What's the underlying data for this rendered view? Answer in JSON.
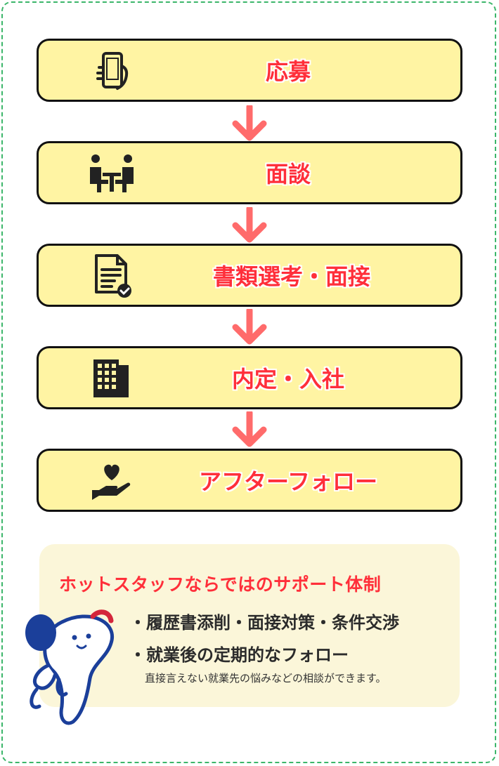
{
  "flow": {
    "steps": [
      {
        "label": "応募",
        "icon": "smartphone-hand-icon"
      },
      {
        "label": "面談",
        "icon": "meeting-icon"
      },
      {
        "label": "書類選考・面接",
        "icon": "document-check-icon"
      },
      {
        "label": "内定・入社",
        "icon": "building-icon"
      },
      {
        "label": "アフターフォロー",
        "icon": "heart-hand-icon"
      }
    ],
    "step_color": "#ff2f3a",
    "arrow_color": "#ff6b6b",
    "box_color": "#fff4a3"
  },
  "support": {
    "title": "ホットスタッフならではのサポート体制",
    "bullets": [
      "・履歴書添削・面接対策・条件交渉",
      "・就業後の定期的なフォロー"
    ],
    "note": "直接言えない就業先の悩みなどの相談ができます。"
  }
}
